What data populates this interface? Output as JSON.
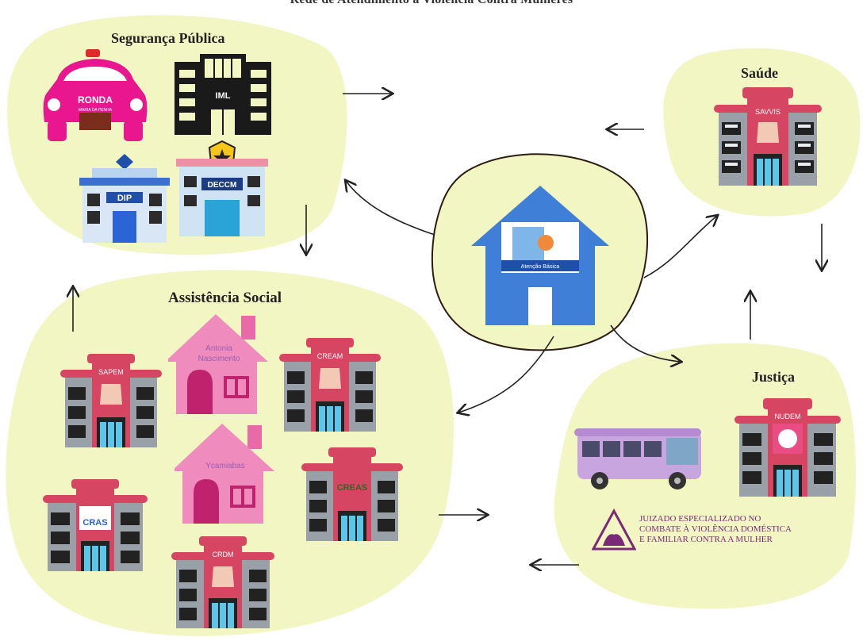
{
  "page_title": "Rede de Atendimento à Violência Contra Mulheres",
  "clusters": {
    "seguranca": {
      "title": "Segurança Pública",
      "ronda_label": "RONDA",
      "ronda_sub": "MARIA DA PENHA",
      "iml_label": "IML",
      "dip_label": "DIP",
      "deccm_label": "DECCM"
    },
    "saude": {
      "title": "Saúde",
      "savvis_label": "SAVVIS"
    },
    "assistencia": {
      "title": "Assistência Social",
      "sapem_label": "SAPEM",
      "antonia_label_1": "Antonia",
      "antonia_label_2": "Nascimento",
      "cream_label": "CREAM",
      "ycamiabas_label": "Ycamiabas",
      "creas_label": "CREAS",
      "cras_label": "CRAS",
      "crdm_label": "CRDM"
    },
    "justica": {
      "title": "Justiça",
      "nudem_label": "NUDEM",
      "juizado_line_1": "Juizado especializado no",
      "juizado_line_2": "combate à violência doméstica",
      "juizado_line_3": "e familiar contra a mulher"
    },
    "center": {
      "label": "Atenção Básica"
    }
  },
  "colors": {
    "blob": "#f2f6c2",
    "building_body": "#9aa0a8",
    "building_roof": "#d64561",
    "window": "#e8edf2",
    "pink_car": "#e9168f",
    "house_blue": "#3f7fd8",
    "pink_house": "#f08bbd",
    "bus": "#c9a5e0"
  }
}
